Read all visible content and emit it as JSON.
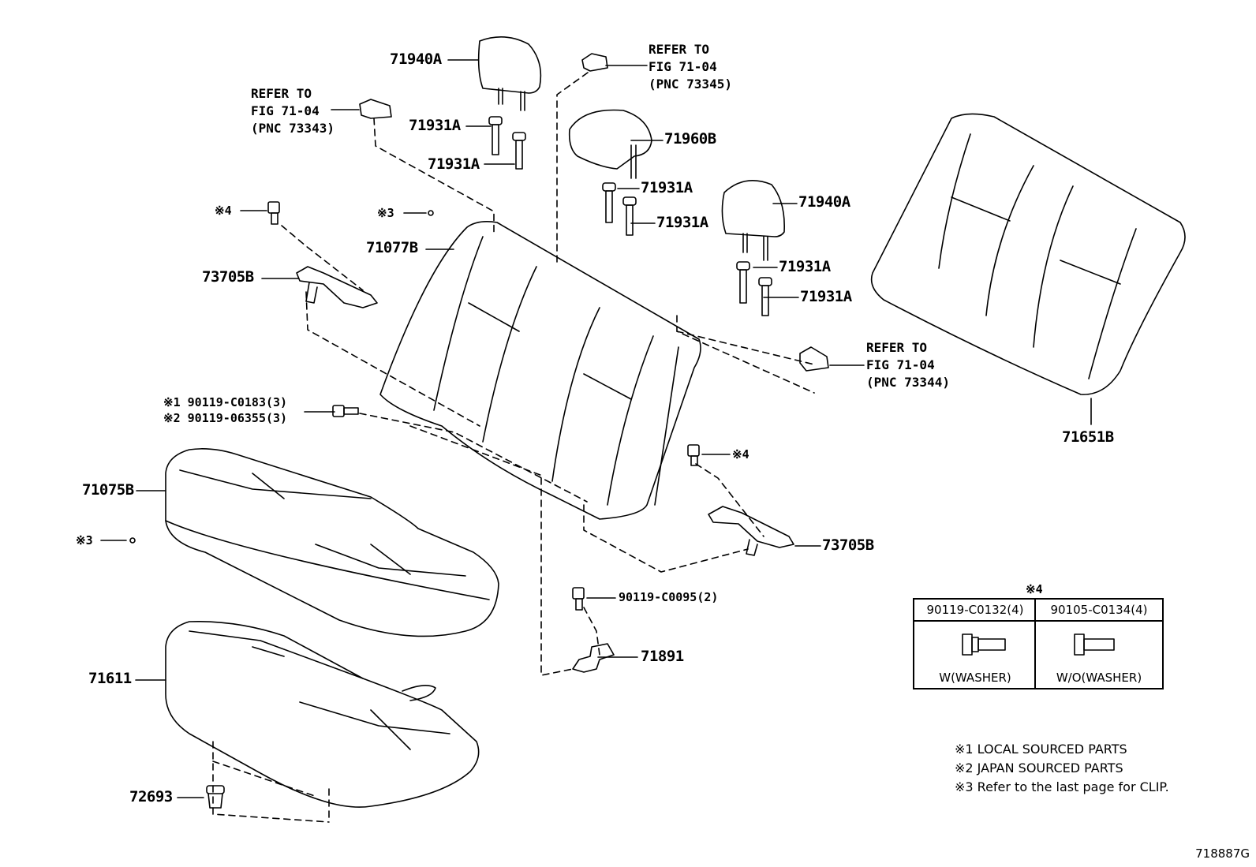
{
  "parts": {
    "p71940A_1": "71940A",
    "p71931A_1": "71931A",
    "p71931A_2": "71931A",
    "p71960B": "71960B",
    "p71931A_3": "71931A",
    "p71931A_4": "71931A",
    "p71940A_2": "71940A",
    "p71931A_5": "71931A",
    "p71931A_6": "71931A",
    "p71077B": "71077B",
    "p73705B_1": "73705B",
    "p73705B_2": "73705B",
    "p71075B": "71075B",
    "p71611": "71611",
    "p72693": "72693",
    "p71891": "71891",
    "p71651B": "71651B",
    "bolt_c0095": "90119-C0095(2)",
    "bolt_c0183": "※1 90119-C0183(3)",
    "bolt_06355": "※2 90119-06355(3)"
  },
  "marks": {
    "m4_left": "※4",
    "m3_top": "※3",
    "m4_right": "※4",
    "m3_left": "※3"
  },
  "refs": {
    "ref_73343": "REFER TO\nFIG 71-04\n(PNC 73343)",
    "ref_73345": "REFER TO\nFIG 71-04\n(PNC 73345)",
    "ref_73344": "REFER TO\nFIG 71-04\n(PNC 73344)"
  },
  "table": {
    "mark": "※4",
    "col1_header": "90119-C0132(4)",
    "col2_header": "90105-C0134(4)",
    "col1_caption": "W(WASHER)",
    "col2_caption": "W/O(WASHER)"
  },
  "notes": {
    "n1": "※1 LOCAL SOURCED PARTS",
    "n2": "※2 JAPAN SOURCED PARTS",
    "n3": "※3 Refer to the last page for CLIP."
  },
  "figure_code": "718887G"
}
